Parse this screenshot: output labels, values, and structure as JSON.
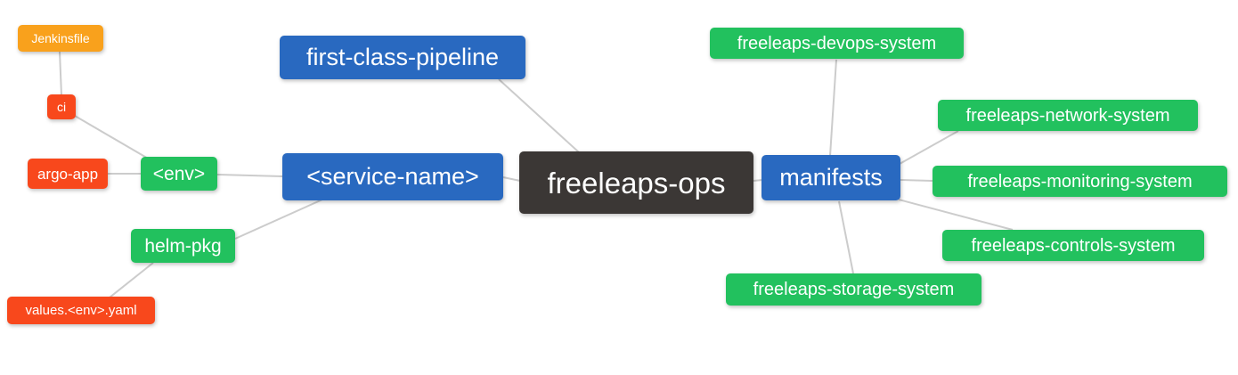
{
  "diagram": {
    "type": "mindmap",
    "root": "freeleaps-ops",
    "colors": {
      "background": "#ffffff",
      "line": "#cccccc",
      "text": "#ffffff",
      "orange": "#f9a11c",
      "red": "#f8481c",
      "green": "#22c15e",
      "blue": "#2969c0",
      "dark": "#3b3735"
    },
    "nodes": {
      "jenkinsfile": {
        "label": "Jenkinsfile"
      },
      "ci": {
        "label": "ci"
      },
      "argo_app": {
        "label": "argo-app"
      },
      "env": {
        "label": "<env>"
      },
      "service_name": {
        "label": "<service-name>"
      },
      "first_class_pipeline": {
        "label": "first-class-pipeline"
      },
      "freeleaps_ops": {
        "label": "freeleaps-ops"
      },
      "manifests": {
        "label": "manifests"
      },
      "devops_system": {
        "label": "freeleaps-devops-system"
      },
      "network_system": {
        "label": "freeleaps-network-system"
      },
      "monitoring_system": {
        "label": "freeleaps-monitoring-system"
      },
      "controls_system": {
        "label": "freeleaps-controls-system"
      },
      "storage_system": {
        "label": "freeleaps-storage-system"
      },
      "helm_pkg": {
        "label": "helm-pkg"
      },
      "values_env_yaml": {
        "label": "values.<env>.yaml"
      }
    },
    "edges": [
      {
        "from": "jenkinsfile",
        "to": "ci"
      },
      {
        "from": "ci",
        "to": "env"
      },
      {
        "from": "argo_app",
        "to": "env"
      },
      {
        "from": "env",
        "to": "service_name"
      },
      {
        "from": "helm_pkg",
        "to": "service_name"
      },
      {
        "from": "values_env_yaml",
        "to": "helm_pkg"
      },
      {
        "from": "first_class_pipeline",
        "to": "freeleaps_ops"
      },
      {
        "from": "service_name",
        "to": "freeleaps_ops"
      },
      {
        "from": "freeleaps_ops",
        "to": "manifests"
      },
      {
        "from": "manifests",
        "to": "devops_system"
      },
      {
        "from": "manifests",
        "to": "network_system"
      },
      {
        "from": "manifests",
        "to": "monitoring_system"
      },
      {
        "from": "manifests",
        "to": "controls_system"
      },
      {
        "from": "manifests",
        "to": "storage_system"
      }
    ]
  }
}
